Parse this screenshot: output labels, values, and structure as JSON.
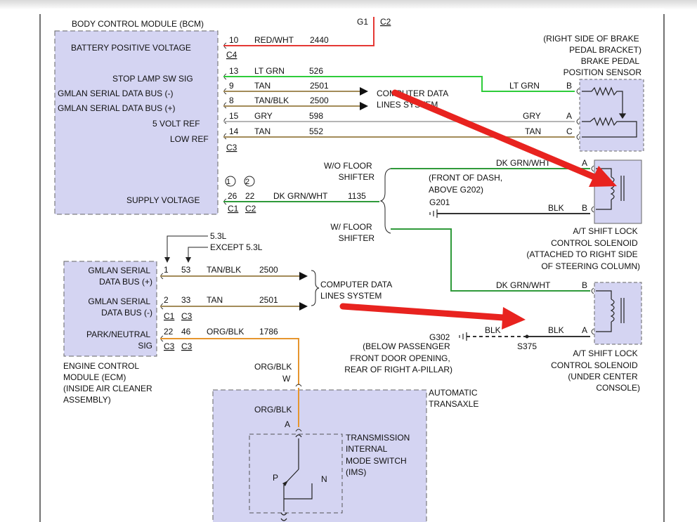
{
  "colors": {
    "red_wht": "#e53935",
    "lt_grn": "#2ecc3a",
    "tan": "#a38b59",
    "dk_grn": "#2f9a3a",
    "org_blk": "#e6952e",
    "blk": "#333333",
    "module_fill": "#d4d4f2",
    "annotation_arrow": "#e8231f"
  },
  "bcm": {
    "title": "BODY CONTROL MODULE (BCM)",
    "pins": {
      "battery": "BATTERY POSITIVE VOLTAGE",
      "stop_lamp": "STOP LAMP SW SIG",
      "gmlan_minus": "GMLAN SERIAL DATA BUS (-)",
      "gmlan_plus": "GMLAN SERIAL DATA BUS (+)",
      "five_volt": "5 VOLT REF",
      "low_ref": "LOW REF",
      "supply": "SUPPLY VOLTAGE"
    }
  },
  "wires": {
    "w10": {
      "pin": "10",
      "color": "RED/WHT",
      "circuit": "2440",
      "connector": "C4"
    },
    "w13": {
      "pin": "13",
      "color": "LT GRN",
      "circuit": "526"
    },
    "w9": {
      "pin": "9",
      "color": "TAN",
      "circuit": "2501"
    },
    "w8": {
      "pin": "8",
      "color": "TAN/BLK",
      "circuit": "2500"
    },
    "w15": {
      "pin": "15",
      "color": "GRY",
      "circuit": "598"
    },
    "w14": {
      "pin": "14",
      "color": "TAN",
      "circuit": "552",
      "connector": "C3"
    },
    "supply": {
      "pin1": "26",
      "pin2": "22",
      "color": "DK GRN/WHT",
      "circuit": "1135",
      "conn1": "C1",
      "conn2": "C2",
      "marker1": "1",
      "marker2": "2"
    },
    "ecm_plus": {
      "pin1": "1",
      "pin2": "53",
      "color": "TAN/BLK",
      "circuit": "2500"
    },
    "ecm_minus": {
      "pin1": "2",
      "pin2": "33",
      "color": "TAN",
      "circuit": "2501",
      "conn1": "C1",
      "conn2": "C3"
    },
    "ecm_park": {
      "pin1": "22",
      "pin2": "46",
      "color": "ORG/BLK",
      "circuit": "1786",
      "conn1": "C3",
      "conn2": "C3"
    }
  },
  "ground_top": {
    "g1": "G1",
    "c2": "C2"
  },
  "computer_data_lines": "COMPUTER DATA\nLINES SYSTEM",
  "brake_sensor": {
    "location": "(RIGHT SIDE OF BRAKE\nPEDAL BRACKET)",
    "name": "BRAKE PEDAL\nPOSITION SENSOR",
    "wire_b": "LT GRN",
    "wire_a": "GRY",
    "wire_c": "TAN",
    "pin_b": "B",
    "pin_a": "A",
    "pin_c": "C"
  },
  "shifter": {
    "wo_floor": "W/O FLOOR\nSHIFTER",
    "w_floor": "W/ FLOOR\nSHIFTER"
  },
  "solenoid_upper": {
    "wire_a": "DK GRN/WHT",
    "wire_b": "BLK",
    "pin_a": "A",
    "pin_b": "B",
    "ground_location": "(FRONT OF DASH,\nABOVE G202)",
    "ground": "G201",
    "name": "A/T SHIFT LOCK\nCONTROL SOLENOID\n(ATTACHED TO RIGHT SIDE\nOF STEERING COLUMN)"
  },
  "solenoid_lower": {
    "wire_b": "DK GRN/WHT",
    "wire_a": "BLK",
    "wire_blk_left": "BLK",
    "pin_b": "B",
    "pin_a": "A",
    "ground": "G302",
    "splice": "S375",
    "ground_location": "(BELOW PASSENGER\nFRONT DOOR OPENING,\nREAR OF RIGHT A-PILLAR)",
    "name": "A/T SHIFT LOCK\nCONTROL SOLENOID\n(UNDER CENTER\nCONSOLE)"
  },
  "engine_variants": {
    "v53": "5.3L",
    "except": "EXCEPT 5.3L"
  },
  "ecm": {
    "pins": {
      "gmlan_plus": "GMLAN SERIAL\nDATA BUS (+)",
      "gmlan_minus": "GMLAN SERIAL\nDATA BUS (-)",
      "park_neutral": "PARK/NEUTRAL\nSIG"
    },
    "name": "ENGINE CONTROL\nMODULE (ECM)\n(INSIDE AIR CLEANER\nASSEMBLY)"
  },
  "transaxle": {
    "wire_top": "ORG/BLK",
    "pin_w": "W",
    "wire_inner": "ORG/BLK",
    "pin_a": "A",
    "name": "AUTOMATIC\nTRANSAXLE",
    "ims": "TRANSMISSION\nINTERNAL\nMODE SWITCH\n(IMS)",
    "p": "P",
    "n": "N"
  }
}
